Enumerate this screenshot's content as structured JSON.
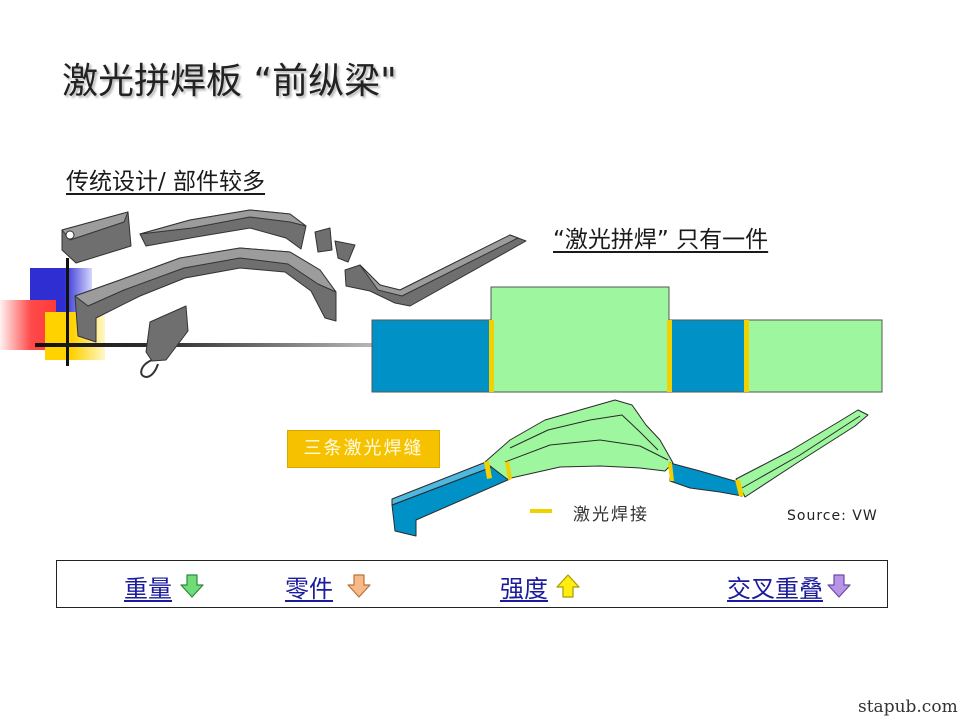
{
  "title": "激光拼焊板 “前纵梁\"",
  "traditional_label": "传统设计/ 部件较多",
  "laser_label": "“激光拼焊” 只有一件",
  "weld_box_label": "三条激光焊缝",
  "legend_label": "激光焊接",
  "source": "Source: VW",
  "comparison": [
    {
      "label": "重量",
      "direction": "down",
      "color": "#6fdc78",
      "outline": "#2c8a3a"
    },
    {
      "label": "零件",
      "direction": "down",
      "color": "#f7b987",
      "outline": "#b9733c"
    },
    {
      "label": "强度",
      "direction": "up",
      "color": "#ffee10",
      "outline": "#a89a00"
    },
    {
      "label": "交叉重叠",
      "direction": "down",
      "color": "#b794e6",
      "outline": "#6d4aa8"
    }
  ],
  "watermark": "stapub.com",
  "colors": {
    "blank_blue": "#0092c7",
    "blank_green": "#9ef79e",
    "seam_yellow": "#f2d100",
    "weld_box": "#f6c200",
    "part_gray": "#6f6f6f",
    "link_blue": "#1b1b9e"
  }
}
